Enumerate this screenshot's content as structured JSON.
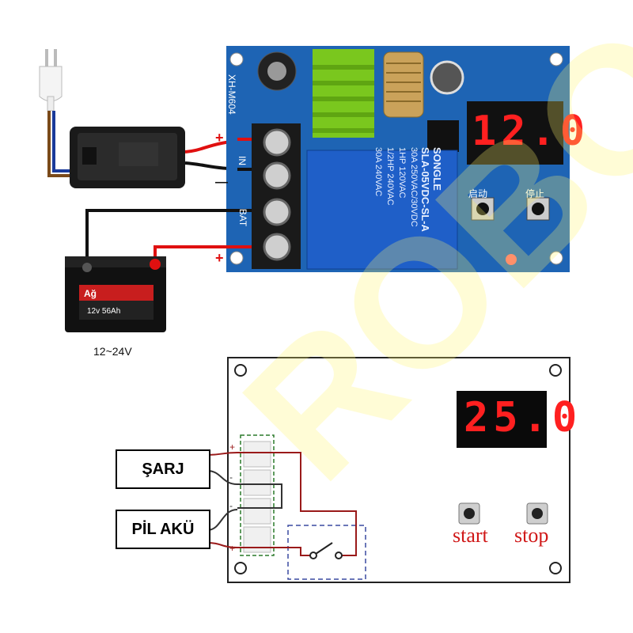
{
  "board": {
    "model": "XH-M604",
    "display_value": "12.0",
    "start_label_cn": "启动",
    "stop_label_cn": "停止",
    "in_label": "IN",
    "bat_label": "BAT",
    "minus": "—",
    "plus": "+",
    "relay_brand": "SONGLE",
    "relay_model": "SLA-05VDC-SL-A",
    "relay_rating1": "30A 250VAC/30VDC",
    "relay_rating2": "30A 240VAC",
    "relay_rating3": "1HP 120VAC",
    "relay_rating4": "1/2HP 240VAC"
  },
  "battery": {
    "voltage_caption": "12~24V",
    "brand": "Ağ",
    "label_12v": "12v 56Ah"
  },
  "diagram": {
    "display_value": "25.0",
    "charge_label": "ŞARJ",
    "battery_label": "PİL AKÜ",
    "start_label": "start",
    "stop_label": "stop",
    "plus": "+",
    "minus": "-"
  },
  "watermark": "ROBO",
  "colors": {
    "pcb": "#1e64b4",
    "relay": "#1f5fc8",
    "wire_red": "#e01010",
    "wire_dark_red": "#9a1a1a",
    "wire_black": "#111111",
    "digit": "#ff2020",
    "dashed": "#2a7a2a",
    "switch_box": "#3a4aa0"
  }
}
